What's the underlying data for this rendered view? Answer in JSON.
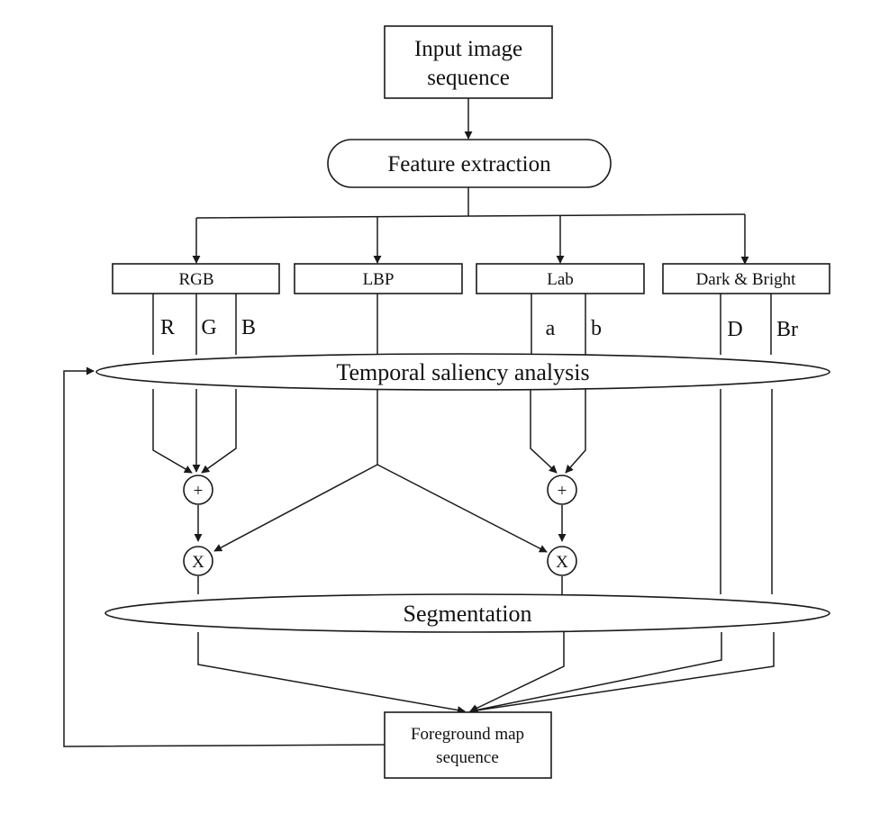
{
  "nodes": {
    "input": {
      "line1": "Input image",
      "line2": "sequence"
    },
    "feature_extraction": "Feature extraction",
    "rgb": "RGB",
    "lbp": "LBP",
    "lab": "Lab",
    "dark_bright": "Dark & Bright",
    "temporal_saliency": "Temporal saliency analysis",
    "segmentation": "Segmentation",
    "foreground": {
      "line1": "Foreground map",
      "line2": "sequence"
    }
  },
  "channels": {
    "r": "R",
    "g": "G",
    "b": "B",
    "lab_a": "a",
    "lab_b": "b",
    "dark": "D",
    "bright": "Br"
  },
  "operators": {
    "add_left": "+",
    "add_right": "+",
    "mul_left": "X",
    "mul_right": "X"
  }
}
